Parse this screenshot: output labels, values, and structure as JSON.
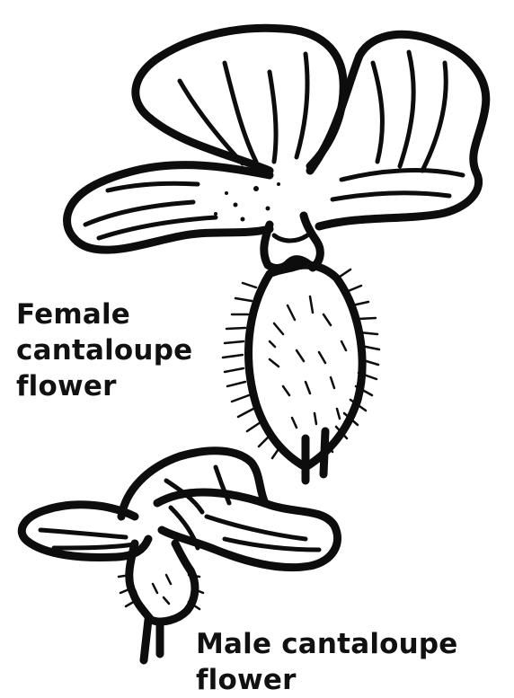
{
  "labels": {
    "female": {
      "line1": "Female",
      "line2": "cantaloupe",
      "line3": "flower"
    },
    "male": {
      "line1": "Male cantaloupe",
      "line2": "flower"
    }
  },
  "illustration": {
    "style": "black ink line drawing on white",
    "ink_color": "#0d0d0d",
    "background": "#ffffff"
  }
}
